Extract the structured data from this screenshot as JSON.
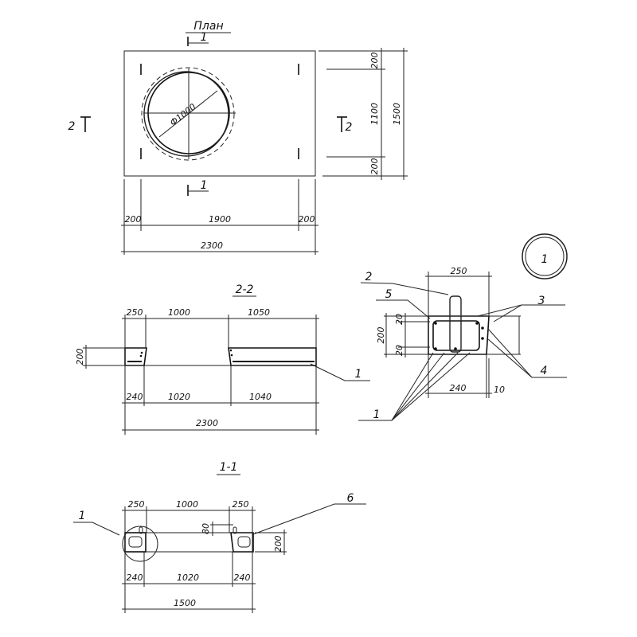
{
  "plan": {
    "title": "План",
    "cut1_top": "1",
    "cut1_bottom": "1",
    "cut2_left": "2",
    "cut2_right": "2",
    "diameter": "Ф1000",
    "dims_bottom": [
      "200",
      "1900",
      "200"
    ],
    "total_bottom": "2300",
    "dims_right": [
      "200",
      "1100",
      "200"
    ],
    "total_right": "1500"
  },
  "section22": {
    "title": "2-2",
    "dims_top": [
      "250",
      "1000",
      "1050"
    ],
    "dims_bottom": [
      "240",
      "1020",
      "1040"
    ],
    "total": "2300",
    "height": "200",
    "callout": "1"
  },
  "detail1": {
    "marker": "1",
    "width_top": "250",
    "width_bottom": "240",
    "offset": "10",
    "height": "200",
    "cover_top": "20",
    "cover_bottom": "20",
    "callouts": [
      "2",
      "5",
      "3",
      "4",
      "1"
    ]
  },
  "section11": {
    "title": "1-1",
    "dims_top": [
      "250",
      "1000",
      "250"
    ],
    "dims_bottom": [
      "240",
      "1020",
      "240"
    ],
    "total": "1500",
    "height": "200",
    "loop_height": "80",
    "callout_left": "1",
    "callout_right": "6"
  }
}
